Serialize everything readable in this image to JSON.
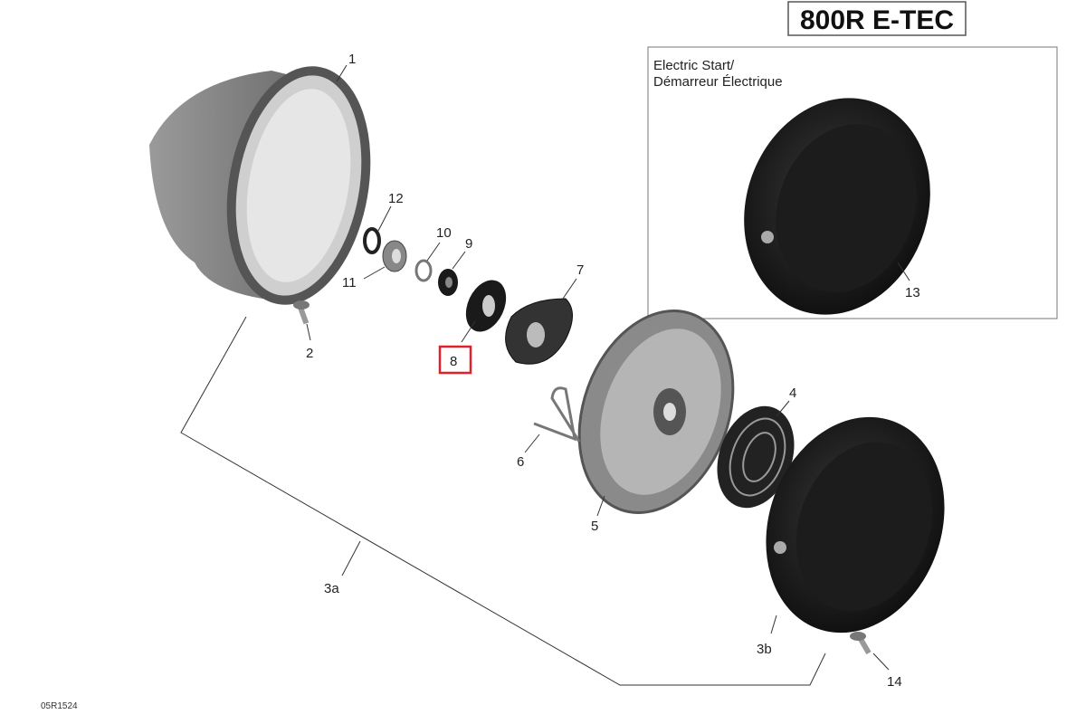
{
  "title": "800R E-TEC",
  "inset": {
    "line1": "Electric Start/",
    "line2": "Démarreur Électrique"
  },
  "diagram_code": "05R1524",
  "highlight_color": "#e0202a",
  "labels": {
    "p1": "1",
    "p2": "2",
    "p3a": "3a",
    "p3b": "3b",
    "p4": "4",
    "p5": "5",
    "p6": "6",
    "p7": "7",
    "p8": "8",
    "p9": "9",
    "p10": "10",
    "p11": "11",
    "p12": "12",
    "p13": "13",
    "p14": "14"
  }
}
